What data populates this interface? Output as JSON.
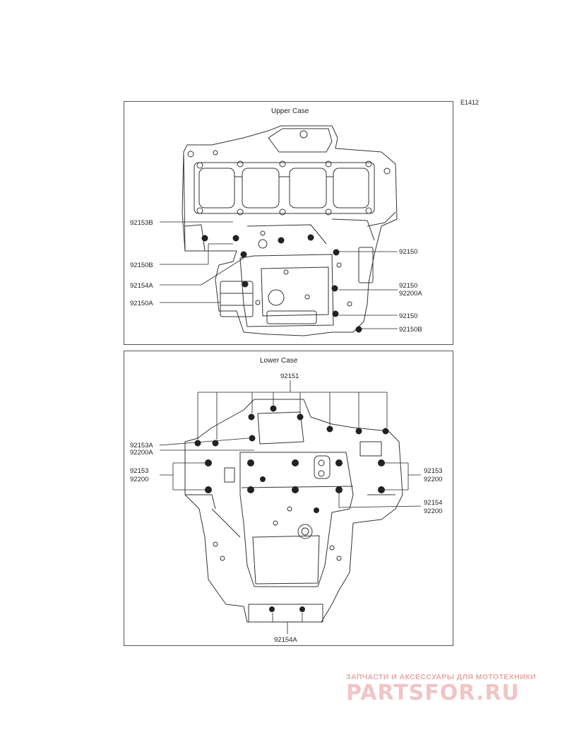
{
  "diagram_code": "E1412",
  "upper_case": {
    "title": "Upper Case",
    "labels": {
      "l92153B": "92153B",
      "l92150B_left": "92150B",
      "l92154A": "92154A",
      "l92150A": "92150A",
      "r92150_top": "92150",
      "r92150_mid": "92150",
      "r92200A": "92200A",
      "r92150_low": "92150",
      "r92150B": "92150B"
    }
  },
  "lower_case": {
    "title": "Lower Case",
    "labels": {
      "top92151": "92151",
      "l92153A": "92153A",
      "l92200A": "92200A",
      "l92153": "92153",
      "l92200": "92200",
      "r92153": "92153",
      "r92200": "92200",
      "r92154": "92154",
      "r92200b": "92200",
      "bottom92154A": "92154A"
    }
  },
  "watermark": {
    "tagline": "ЗАПЧАСТИ И АКСЕССУАРЫ ДЛЯ МОТОТЕХНИКИ",
    "brand": "PARTSFOR.RU"
  }
}
